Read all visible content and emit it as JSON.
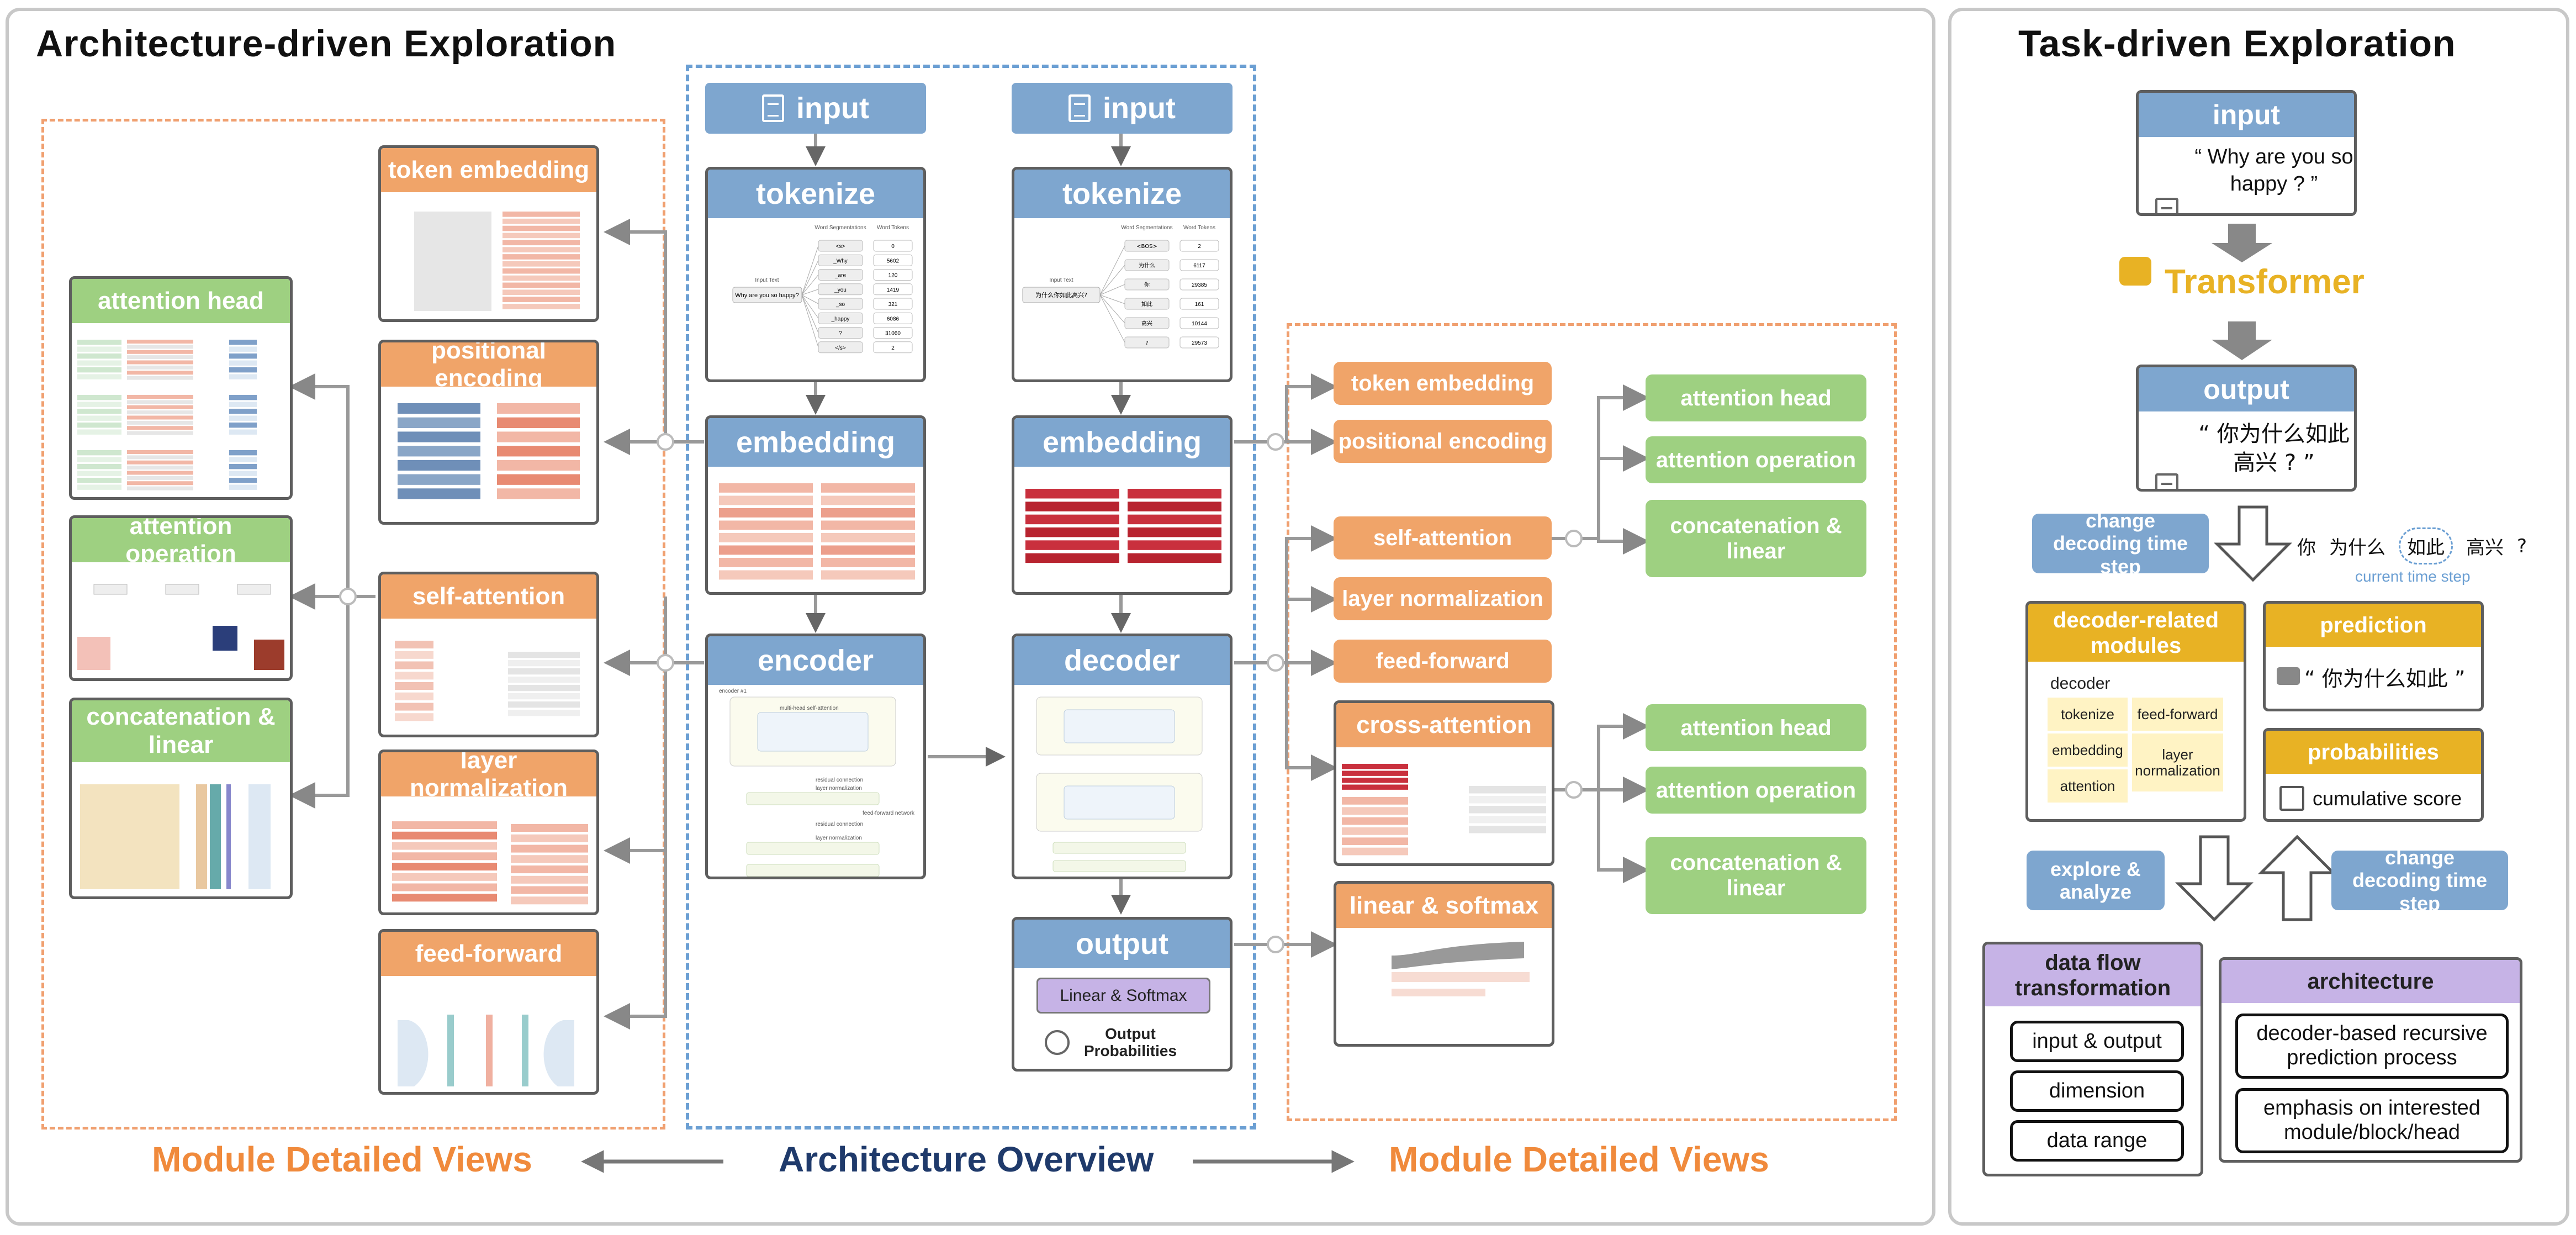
{
  "left_panel": {
    "title": "Architecture-driven Exploration"
  },
  "right_panel": {
    "title": "Task-driven Exploration"
  },
  "bottom_labels": {
    "module_left": "Module Detailed Views",
    "overview": "Architecture Overview",
    "module_right": "Module Detailed Views"
  },
  "encoder_column": {
    "input": "input",
    "tokenize": "tokenize",
    "embedding": "embedding",
    "encoder": "encoder",
    "input_text_label": "Input Text",
    "input_text": "Why are you so happy?",
    "col_word_segmentations": "Word Segmentations",
    "col_word_tokens": "Word Tokens",
    "segments": [
      "<s>",
      "_Why",
      "_are",
      "_you",
      "_so",
      "_happy",
      "?",
      "</s>"
    ],
    "tokens": [
      "0",
      "5602",
      "120",
      "1419",
      "321",
      "6086",
      "31060",
      "2"
    ],
    "encoder_lines": [
      "encoder #1",
      "multi-head self-attention",
      "residual connection",
      "layer normalization",
      "feed-forward network",
      "residual connection",
      "layer normalization"
    ]
  },
  "decoder_column": {
    "input": "input",
    "tokenize": "tokenize",
    "embedding": "embedding",
    "decoder": "decoder",
    "output": "output",
    "input_text_label": "Input Text",
    "input_text": "为什么你如此高兴?",
    "col_word_segmentations": "Word Segmentations",
    "col_word_tokens": "Word Tokens",
    "segments": [
      "<BOS>",
      "为什么",
      "你",
      "如此",
      "高兴",
      "?"
    ],
    "tokens": [
      "2",
      "6117",
      "29385",
      "161",
      "10144",
      "29573"
    ],
    "linear_softmax": "Linear & Softmax",
    "output_probabilities": "Output Probabilities"
  },
  "left_modules": {
    "token_embedding": "token embedding",
    "positional_encoding": "positional encoding",
    "self_attention": "self-attention",
    "layer_normalization": "layer normalization",
    "feed_forward": "feed-forward",
    "attention_head": "attention head",
    "attention_operation": "attention operation",
    "concatenation_linear": "concatenation & linear"
  },
  "right_modules": {
    "token_embedding": "token embedding",
    "positional_encoding": "positional encoding",
    "self_attention": "self-attention",
    "layer_normalization": "layer normalization",
    "feed_forward": "feed-forward",
    "cross_attention": "cross-attention",
    "linear_softmax": "linear & softmax",
    "attention_head_1": "attention head",
    "attention_operation_1": "attention operation",
    "concatenation_linear_1": "concatenation & linear",
    "attention_head_2": "attention head",
    "attention_operation_2": "attention operation",
    "concatenation_linear_2": "concatenation & linear"
  },
  "task": {
    "input_title": "input",
    "input_text": "“ Why are you so happy ? ”",
    "model": "Transformer",
    "output_title": "output",
    "output_text": "“ 你为什么如此高兴 ? ”",
    "change_decoding_1": "change decoding time step",
    "sequence": [
      "你",
      "为什么",
      "如此",
      "高兴",
      "?"
    ],
    "current_time_step": "current time step",
    "decoder_related_title": "decoder-related modules",
    "decoder_label": "decoder",
    "decoder_chips": [
      "tokenize",
      "feed-forward",
      "embedding",
      "layer normalization",
      "attention"
    ],
    "prediction_title": "prediction",
    "prediction_text": "“ 你为什么如此 ”",
    "probabilities_title": "probabilities",
    "cumulative_score": "cumulative score",
    "explore_analyze": "explore & analyze",
    "change_decoding_2": "change decoding time step",
    "data_flow_title": "data flow transformation",
    "data_flow_items": [
      "input & output",
      "dimension",
      "data range"
    ],
    "architecture_title": "architecture",
    "architecture_items": [
      "decoder-based recursive prediction process",
      "emphasis on interested module/block/head"
    ]
  },
  "colors": {
    "blue": "#7ea6cf",
    "orange": "#f0a469",
    "green": "#9ed081",
    "yellow": "#e8b224",
    "purple": "#c6b3e6",
    "dashed_orange": "#f0a070",
    "dashed_blue": "#6b9fd3",
    "overview_text": "#1f3a6b",
    "module_text": "#f08a3c"
  }
}
